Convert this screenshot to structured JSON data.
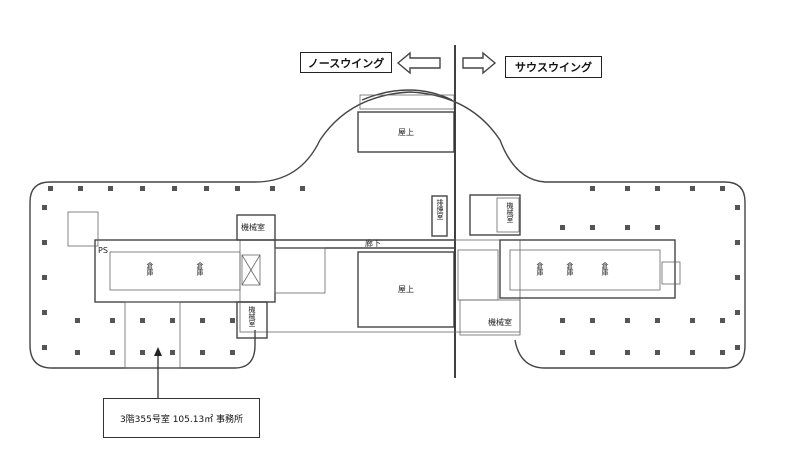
{
  "wings": {
    "north": "ノースウイング",
    "south": "サウスウイング"
  },
  "rooms": {
    "roof_north": "屋上",
    "roof_center": "屋上",
    "machine_room": "機械室",
    "warehouse": "倉庫",
    "corridor": "廊下",
    "smoke_room": "排煙室",
    "ps": "PS"
  },
  "callout": "3階355号室  105.13㎡  事務所"
}
